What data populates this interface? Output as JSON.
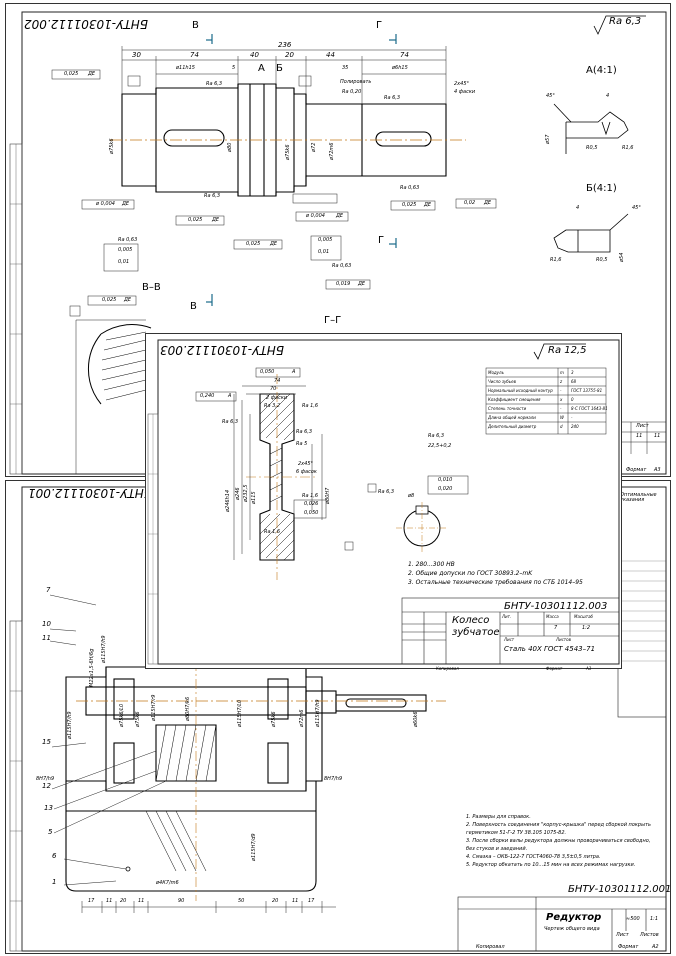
{
  "sheet1": {
    "code": "БНТУ-10301112.002",
    "roughness": "Ra 6,3",
    "section_labels": {
      "v_left": "В",
      "g_top": "Г",
      "g_bottom": "Г",
      "v_bottom": "В",
      "a": "А",
      "b": "Б",
      "vv": "В–В",
      "gg": "Г–Г"
    },
    "detail_a": "А(4:1)",
    "detail_b": "Б(4:1)",
    "dims": {
      "d236": "236",
      "d30": "30",
      "d74a": "74",
      "d40": "40",
      "d20": "20",
      "d44": "44",
      "d74b": "74",
      "d5": "5",
      "d35": "35",
      "chamfer": "2x45°",
      "chamfer2": "4 фаски",
      "polish": "Полировать",
      "shaft_d1": "ø75k6",
      "shaft_d2": "ø80",
      "shaft_d3": "ø75k6",
      "shaft_d4": "ø72",
      "shaft_d5": "ø72m6",
      "keyway1": "ø11h15",
      "keyway2": "ø6h15",
      "a_45": "45°",
      "a_4": "4",
      "a_r05": "R0,5",
      "a_r16": "R1,6",
      "a_57": "ø57",
      "b_4": "4",
      "b_45": "45°",
      "b_r16": "R1,6",
      "b_r05": "R0,5",
      "b_54": "ø54"
    },
    "tolerances": {
      "t1": "0,025",
      "t1b": "ДЕ",
      "t2": "Ra 6,3",
      "t3": "Ra 0,20",
      "t4": "Ra 6,3",
      "t5": "ø 0,004",
      "t5b": "ДЕ",
      "t6": "0,025",
      "t6b": "ДЕ",
      "t7": "Ra 6,3",
      "t8": "0,025",
      "t8b": "ДЕ",
      "t9": "Ra 0,63",
      "t10": "0,025",
      "t10b": "ДЕ",
      "t11": "0,02",
      "t11b": "ДЕ",
      "t12": "ø 0,004",
      "t12b": "ДЕ",
      "t13": "Ra 0,63",
      "t14": "0,005",
      "t15": "0,01",
      "t16": "0,005",
      "t17": "0,01",
      "t18": "Ra 0,63",
      "t19": "0,019",
      "t19b": "ДЕ",
      "t20": "0,025",
      "t20b": "ДЕ"
    },
    "title_block": {
      "num1": "11",
      "num2": "11",
      "sheet": "Лист",
      "format": "Формат",
      "a3": "А3"
    }
  },
  "sheet2": {
    "code": "БНТУ-10301112.003",
    "roughness": "Ra 12,5",
    "params_table": {
      "rows": [
        {
          "name": "Модуль",
          "sym": "m",
          "val": "3"
        },
        {
          "name": "Число зубьев",
          "sym": "z",
          "val": "68"
        },
        {
          "name": "Нормальный исходный контур",
          "sym": "-",
          "val": "ГОСТ 13755-81"
        },
        {
          "name": "Коэффициент смещения",
          "sym": "x",
          "val": "0"
        },
        {
          "name": "Степень точности",
          "sym": "-",
          "val": "8-С ГОСТ 1643-81"
        },
        {
          "name": "Длина общей нормали",
          "sym": "W",
          "val": "-"
        },
        {
          "name": "Делительный диаметр",
          "sym": "d",
          "val": "240"
        }
      ]
    },
    "dims": {
      "w74": "74",
      "w70": "70",
      "w_ch": "2 фаски",
      "d_ra32": "Ra 3,2",
      "d_ra16": "Ra 1,6",
      "r_ra63a": "Ra 6,3",
      "r_ra63b": "Ra 6,3",
      "r_ra5": "Ra 5",
      "d_2x45": "2x45°",
      "d_6f": "6 фасок",
      "r_ra16b": "Ra 1,6",
      "bore": "ø80H7",
      "hub": "ø115",
      "rim": "ø246h14",
      "tip": "ø246",
      "root": "ø232,5",
      "kw1": "Ra 6,3",
      "kw2": "22,5+0,2",
      "kw3": "0,010",
      "kw4": "0,020",
      "kw5": "Ra 6,3",
      "gt1": "0,050",
      "gt1b": "А",
      "gt2": "0,240",
      "gt2b": "А",
      "gt3": "0,026",
      "gt4": "0,050",
      "r82": "ø8",
      "r_ra16c": "Ra 1,6"
    },
    "notes": [
      "1. 280...300 НВ",
      "2. Общие допуски по ГОСТ 30893.2–mK",
      "3. Остальные технические требования по СТБ 1014–95"
    ],
    "title_block": {
      "code": "БНТУ-10301112.003",
      "name1": "Колесо",
      "name2": "зубчатое",
      "material": "Сталь 40Х ГОСТ 4543–71",
      "lit": "Лит.",
      "mass": "Масса",
      "scale": "Масштаб",
      "mass_val": "7",
      "scale_val": "1:2",
      "sheet": "Лист",
      "sheets": "Листов",
      "copied": "Копировал",
      "format": "Формат",
      "a3": "А3"
    }
  },
  "sheet3": {
    "code": "БНТУ-10301112.001",
    "parts": [
      "7",
      "10",
      "11",
      "15",
      "12",
      "13",
      "5",
      "6",
      "1"
    ],
    "fits": {
      "f1": "ø115H7/h9",
      "f2": "ø115H7/h9",
      "f3": "ø75k6/L0",
      "f4": "ø75k6",
      "f5": "ø115H7/r9",
      "f6": "ø80H7/k6",
      "f7": "ø115H7/L0",
      "f8": "ø75k6",
      "f9": "ø72m6",
      "f10": "ø115H7/h9",
      "f11": "ø60k6",
      "f12": "М22х1,5-6Н/6g",
      "f13": "ø4К7/m6",
      "f14": "8Н7/h9",
      "f15": "8Н7/h9",
      "f16": "ø115H7/d9"
    },
    "bottom_dims": [
      "17",
      "11",
      "20",
      "11",
      "90",
      "50",
      "20",
      "11",
      "17"
    ],
    "notes": [
      "1. Размеры для справок.",
      "2. Поверхность соединения \"корпус-крышка\" перед сборкой покрыть",
      "герметиком 51-Г-2 ТУ 38.105 1075-82.",
      "3. После сборки валы редуктора должны проворачиваться свободно,",
      "без стуков и заеданий.",
      "4. Смазка – ОКБ-122-7 ГОСТ4060-78 3,5±0,5 литра.",
      "5. Редуктор обкатать по 10...15 мин на всех режимах нагрузки."
    ],
    "title_block": {
      "code": "БНТУ-10301112.001",
      "name1": "Редуктор",
      "name2": "Чертеж общего вида",
      "mass_val": "≈500",
      "scale_val": "1:1",
      "sheet": "Лист",
      "sheets": "Листов",
      "copied": "Копировал",
      "format": "Формат",
      "a2": "А2"
    },
    "spec_title": "Оптимальные указания"
  }
}
